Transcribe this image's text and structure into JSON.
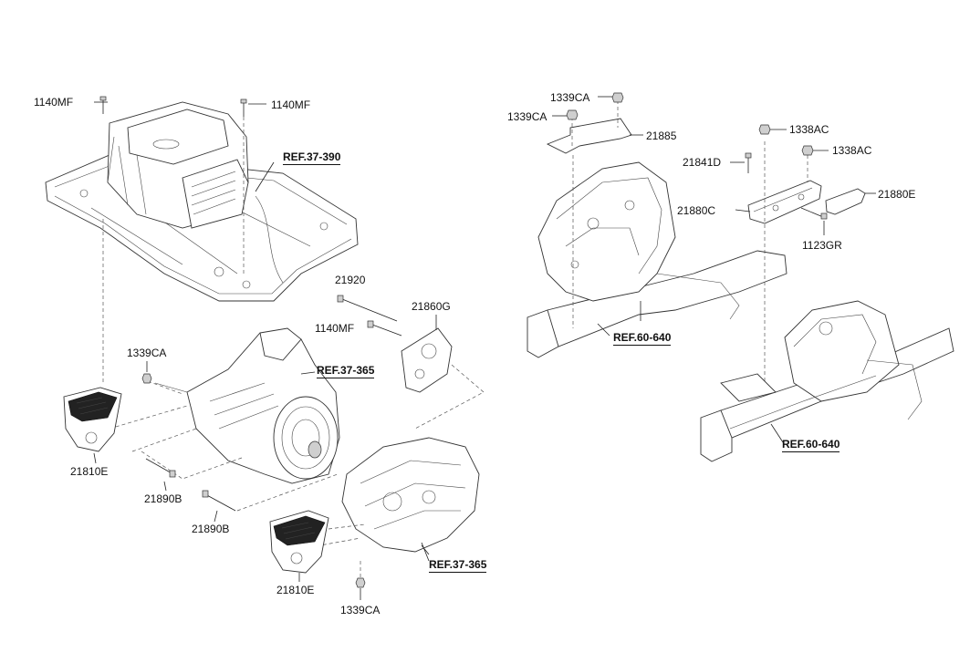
{
  "diagram": {
    "labels": {
      "l_1140mf_a": "1140MF",
      "l_1140mf_b": "1140MF",
      "l_1140mf_c": "1140MF",
      "l_21920": "21920",
      "l_21860g": "21860G",
      "l_1339ca_a": "1339CA",
      "l_21810e_a": "21810E",
      "l_21890b_a": "21890B",
      "l_21890b_b": "21890B",
      "l_21810e_b": "21810E",
      "l_1339ca_b": "1339CA",
      "l_1339ca_c": "1339CA",
      "l_1339ca_d": "1339CA",
      "l_21885": "21885",
      "l_1338ac_a": "1338AC",
      "l_1338ac_b": "1338AC",
      "l_21841d": "21841D",
      "l_21880c": "21880C",
      "l_21880e": "21880E",
      "l_1123gr": "1123GR"
    },
    "refs": {
      "r_37_390": "REF.37-390",
      "r_37_365_a": "REF.37-365",
      "r_37_365_b": "REF.37-365",
      "r_60_640_a": "REF.60-640",
      "r_60_640_b": "REF.60-640"
    }
  }
}
